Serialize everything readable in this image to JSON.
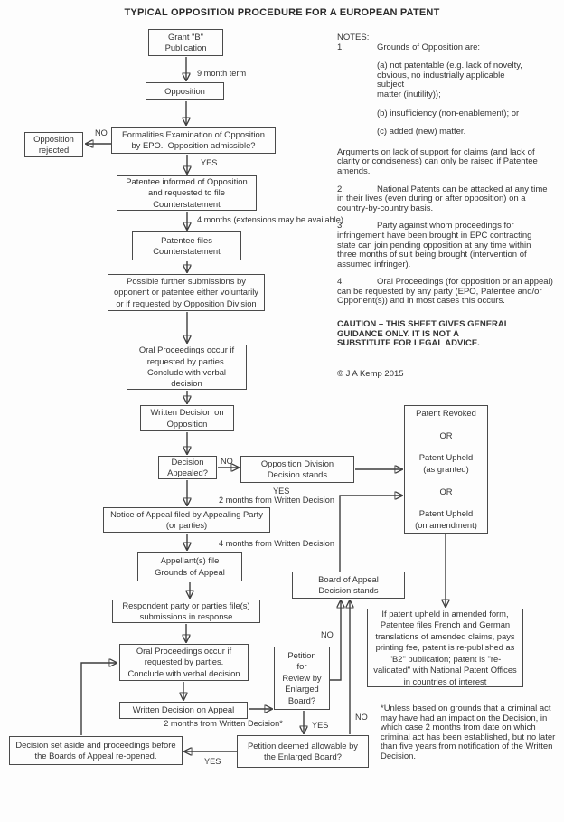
{
  "title": "TYPICAL OPPOSITION PROCEDURE FOR A EUROPEAN PATENT",
  "nodes": {
    "grant": "Grant \"B\"\nPublication",
    "opposition": "Opposition",
    "formalities": "Formalities Examination of Opposition\nby EPO.  Opposition admissible?",
    "opposition_rejected": "Opposition\nrejected",
    "patentee_informed": "Patentee informed of Opposition\nand requested to file\nCounterstatement",
    "patentee_files": "Patentee files\nCounterstatement",
    "further_submissions": "Possible further submissions by\nopponent or patentee either voluntarily\nor if requested by Opposition Division",
    "oral_opposition": "Oral Proceedings occur if\nrequested by parties.\nConclude with verbal\ndecision",
    "written_decision_opposition": "Written Decision on\nOpposition",
    "decision_appealed": "Decision\nAppealed?",
    "od_stands": "Opposition Division\nDecision stands",
    "notice_of_appeal": "Notice of Appeal filed by Appealing Party\n(or parties)",
    "appellants_file": "Appellant(s) file\nGrounds of Appeal",
    "respondent": "Respondent party or parties file(s)\nsubmissions in response",
    "oral_appeal": "Oral Proceedings occur if\nrequested by parties.\nConclude with verbal decision",
    "written_decision_appeal": "Written Decision on Appeal",
    "petition_review": "Petition\nfor\nReview by\nEnlarged\nBoard?",
    "petition_allowable": "Petition deemed allowable by\nthe Enlarged Board?",
    "decision_set_aside": "Decision set aside and proceedings before\nthe Boards of Appeal re-opened.",
    "boa_stands": "Board of Appeal\nDecision stands",
    "outcome": "Patent Revoked\n\nOR\n\nPatent Upheld\n(as granted)\n\nOR\n\nPatent Upheld\n(on amendment)",
    "if_upheld": "If patent upheld in amended form,\nPatentee files French and German\ntranslations of amended claims, pays\nprinting fee, patent is re-published as\n\"B2\" publication; patent is \"re-\nvalidated\" with National Patent Offices\nin countries of interest"
  },
  "edge_labels": {
    "nine_month_term": "9 month term",
    "no_formalities": "NO",
    "yes_formalities": "YES",
    "four_months_ext": "4 months (extensions may be available)",
    "no_appealed": "NO",
    "yes_appealed": "YES",
    "two_months_written": "2 months from Written Decision",
    "four_months_written": "4 months from Written Decision",
    "two_months_written_star": "2 months from Written Decision*",
    "no_petition": "NO",
    "yes_petition": "YES",
    "no_allowable": "NO",
    "yes_allowable": "YES"
  },
  "notes": {
    "heading": "NOTES:",
    "items": [
      {
        "num": "1.",
        "text": "Grounds of Opposition are:",
        "subs": [
          "(a) not patentable (e.g. lack of novelty,\nobvious, no industrially applicable subject\nmatter (inutility));",
          "(b) insufficiency (non-enablement); or",
          "(c) added (new) matter."
        ]
      },
      {
        "num": "2.",
        "text": "National Patents can be attacked at any time\nin their lives (even during or after opposition) on a\ncountry-by-country basis."
      },
      {
        "num": "3.",
        "text": "Party against whom proceedings for\ninfringement have been brought in EPC contracting\nstate can join pending opposition at any time within\nthree months of suit being brought (intervention of\nassumed infringer)."
      },
      {
        "num": "4.",
        "text": "Oral Proceedings (for opposition or an appeal)\ncan be requested by any party (EPO, Patentee and/or\nOpponent(s)) and in most cases this occurs."
      }
    ],
    "arguments": "Arguments on lack of support for claims (and lack of\nclarity or conciseness) can only be raised if Patentee\namends.",
    "caution": "CAUTION – THIS SHEET GIVES GENERAL\nGUIDANCE ONLY.  IT IS NOT A\nSUBSTITUTE FOR LEGAL ADVICE.",
    "copyright": "© J A Kemp 2015",
    "asterisk": "*Unless based on grounds that a criminal act\nmay have had an impact on the Decision, in\nwhich case 2 months from date on which\ncriminal act has been established, but no later\nthan five years from notification of the Written\nDecision."
  }
}
